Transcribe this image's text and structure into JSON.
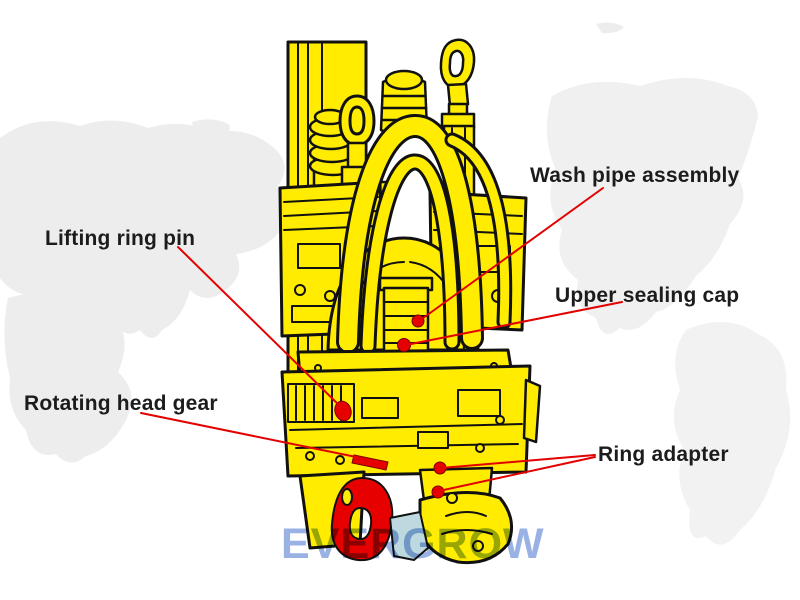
{
  "page": {
    "background_color": "#ffffff",
    "description": "Annotated technical illustration of a rotary drilling head assembly over a faint world-map watermark"
  },
  "watermark": {
    "text": "EVERGROW",
    "color": "#94aee2"
  },
  "diagram": {
    "subject": "rotary-drill-head-parts-diagram",
    "machine_fill_color": "#ffec00",
    "outline_color": "#111111",
    "leader_line_color": "#e30000",
    "marker_color": "#e60000",
    "secondary_part_color": "#bdd8de",
    "map_color": "#ededed",
    "callouts": [
      {
        "label": "Lifting ring pin",
        "side": "left"
      },
      {
        "label": "Wash pipe assembly",
        "side": "right"
      },
      {
        "label": "Upper sealing cap",
        "side": "right"
      },
      {
        "label": "Rotating head gear",
        "side": "left"
      },
      {
        "label": "Ring adapter",
        "side": "right"
      }
    ]
  }
}
